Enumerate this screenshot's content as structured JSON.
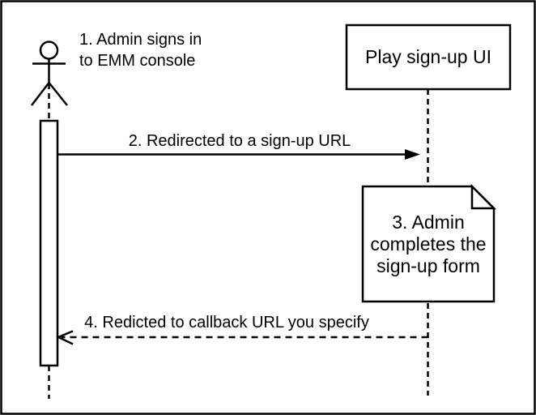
{
  "colors": {
    "stroke": "#000000",
    "background": "#ffffff",
    "note_fold_fill": "#f2f2f2"
  },
  "actor": {
    "label": {
      "line1": "1. Admin signs in",
      "line2": "to EMM console"
    }
  },
  "participant": {
    "label": "Play sign-up UI"
  },
  "note": {
    "line1": "3. Admin",
    "line2": "completes the",
    "line3": "sign-up form"
  },
  "messages": {
    "redirect": {
      "label": "2. Redirected to a sign-up URL"
    },
    "callback": {
      "label": "4. Redicted to callback URL you specify"
    }
  }
}
